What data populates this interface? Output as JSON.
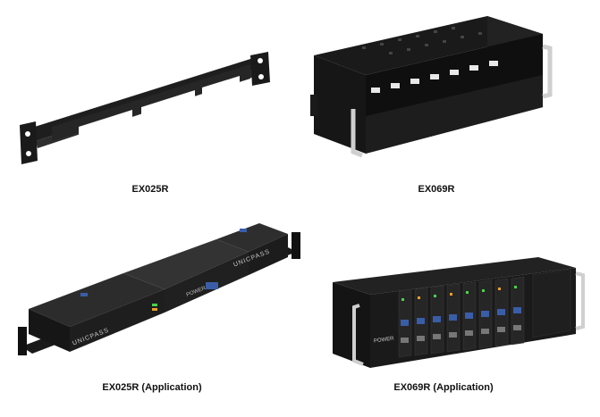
{
  "products": [
    {
      "caption": "EX025R"
    },
    {
      "caption": "EX069R"
    },
    {
      "caption": "EX025R (Application)"
    },
    {
      "caption": "EX069R (Application)"
    }
  ],
  "labels": {
    "brand": "UNICPASS",
    "module_label": "POWER",
    "chassis_label": "POWER"
  },
  "colors": {
    "metal_dark": "#1c1c1c",
    "metal_face": "#2a2a2a",
    "metal_top": "#3a3a3a",
    "handle": "#cfcfcf",
    "port_blue": "#3a5da8",
    "led_green": "#4cd14c",
    "led_orange": "#e6a126"
  }
}
